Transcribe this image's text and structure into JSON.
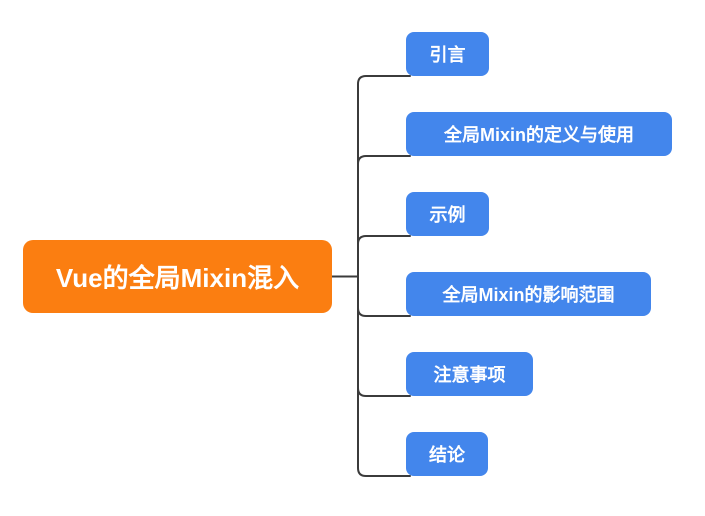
{
  "colors": {
    "canvas-bg": "#ffffff",
    "root-fill": "#FB7E11",
    "branch-fill": "#4386EC",
    "node-text": "#ffffff",
    "edge": "#3b3b3b"
  },
  "mindmap": {
    "root": {
      "label": "Vue的全局Mixin混入"
    },
    "branches": [
      {
        "label": "引言"
      },
      {
        "label": "全局Mixin的定义与使用"
      },
      {
        "label": "示例"
      },
      {
        "label": "全局Mixin的影响范围"
      },
      {
        "label": "注意事项"
      },
      {
        "label": "结论"
      }
    ]
  }
}
